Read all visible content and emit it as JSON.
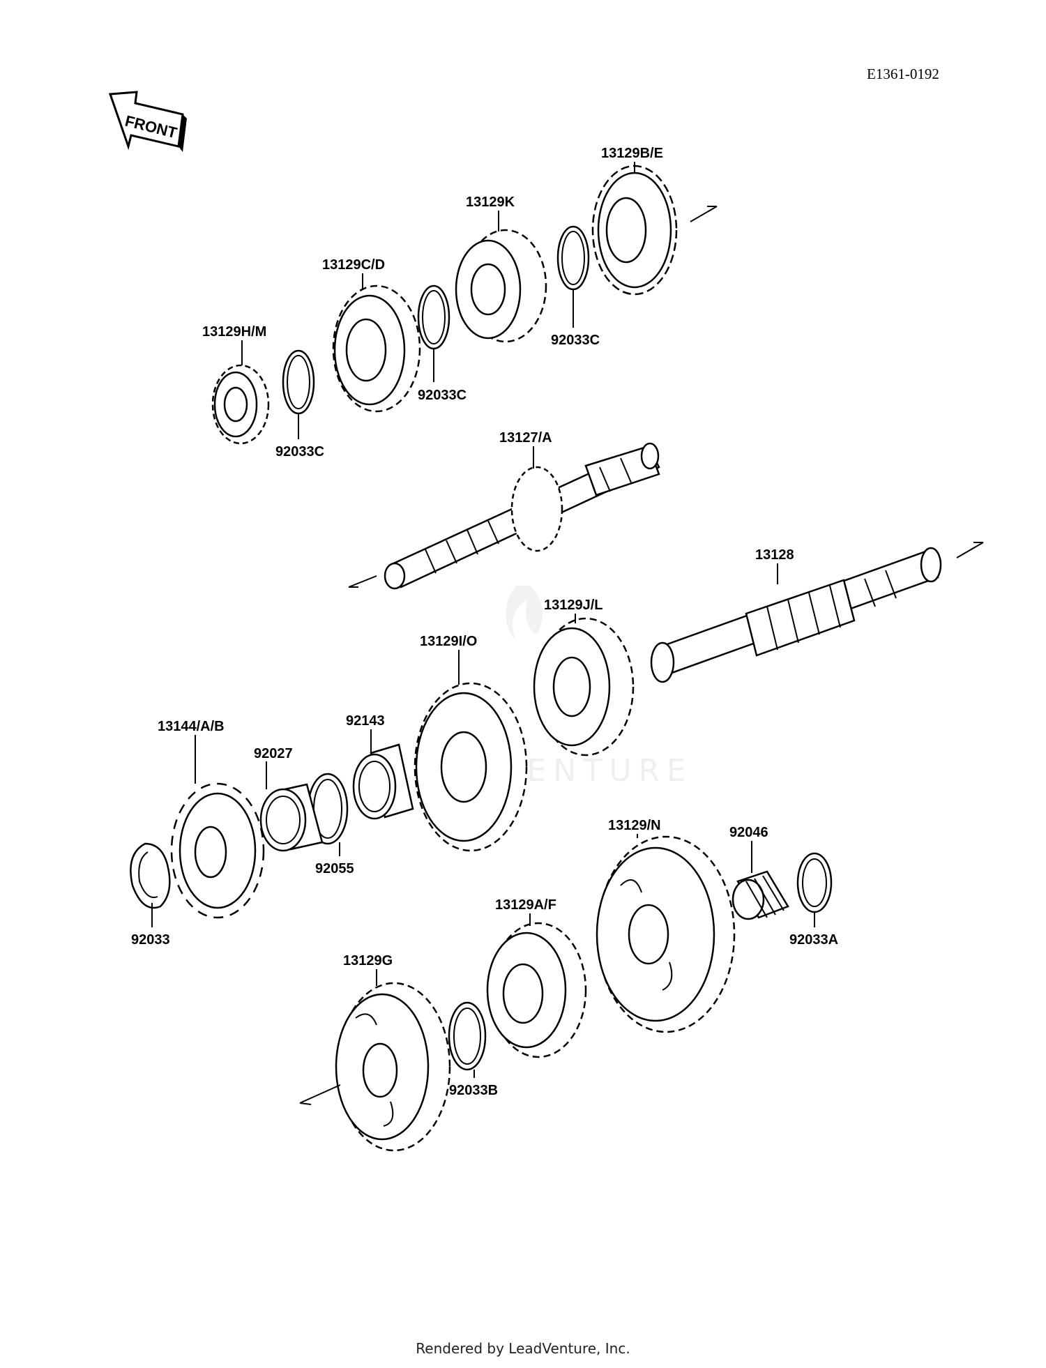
{
  "diagram_code": "E1361-0192",
  "front_label": "FRONT",
  "watermark": "LEADVENTURE",
  "footer": "Rendered by LeadVenture, Inc.",
  "labels": {
    "p13129be": "13129B/E",
    "p13129k": "13129K",
    "p13129cd": "13129C/D",
    "p13129hm": "13129H/M",
    "p92033c_1": "92033C",
    "p92033c_2": "92033C",
    "p92033c_3": "92033C",
    "p13127a": "13127/A",
    "p13128": "13128",
    "p13129jl": "13129J/L",
    "p13129io": "13129I/O",
    "p92143": "92143",
    "p13144ab": "13144/A/B",
    "p92027": "92027",
    "p92055": "92055",
    "p92033": "92033",
    "p13129n": "13129/N",
    "p92046": "92046",
    "p92033a": "92033A",
    "p13129af": "13129A/F",
    "p13129g": "13129G",
    "p92033b": "92033B"
  }
}
